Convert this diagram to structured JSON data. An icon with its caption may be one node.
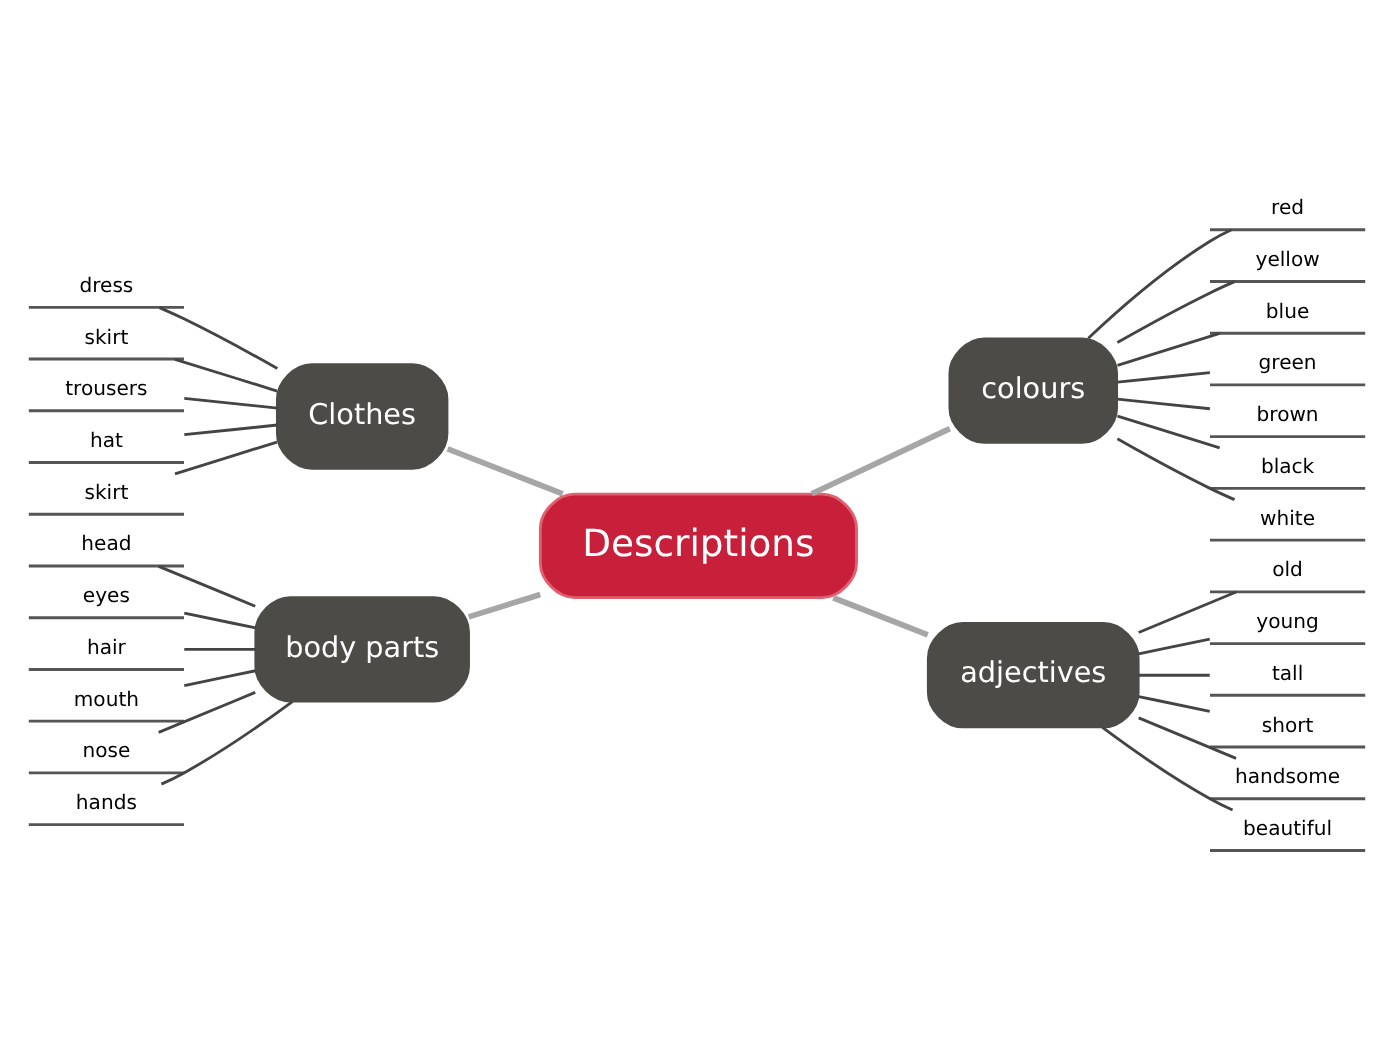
{
  "diagram": {
    "nodes": [
      {
        "text": [
          "Descriptions"
        ]
      },
      {
        "text": [
          "Clothes"
        ]
      },
      {
        "text": [
          "colours"
        ]
      },
      {
        "text": [
          "body parts"
        ]
      },
      {
        "text": [
          "adjectives"
        ]
      },
      {
        "text": [
          "dress"
        ]
      },
      {
        "text": [
          "skirt"
        ]
      },
      {
        "text": [
          "trousers"
        ]
      },
      {
        "text": [
          "hat"
        ]
      },
      {
        "text": [
          "skirt"
        ]
      },
      {
        "text": [
          "red"
        ]
      },
      {
        "text": [
          "yellow"
        ]
      },
      {
        "text": [
          "blue"
        ]
      },
      {
        "text": [
          "green"
        ]
      },
      {
        "text": [
          "brown"
        ]
      },
      {
        "text": [
          "black"
        ]
      },
      {
        "text": [
          "white"
        ]
      },
      {
        "text": [
          "head"
        ]
      },
      {
        "text": [
          "eyes"
        ]
      },
      {
        "text": [
          "hair"
        ]
      },
      {
        "text": [
          "mouth"
        ]
      },
      {
        "text": [
          "nose"
        ]
      },
      {
        "text": [
          "hands"
        ]
      },
      {
        "text": [
          "old"
        ]
      },
      {
        "text": [
          "young"
        ]
      },
      {
        "text": [
          "tall"
        ]
      },
      {
        "text": [
          "short"
        ]
      },
      {
        "text": [
          "handsome"
        ]
      },
      {
        "text": [
          "beautiful"
        ]
      }
    ],
    "edges": [
      {
        "from": 0,
        "to": 1,
        "arrow": "none",
        "color": "#a6a6a6"
      },
      {
        "from": 0,
        "to": 2,
        "arrow": "none",
        "color": "#a6a6a6"
      },
      {
        "from": 0,
        "to": 3,
        "arrow": "none",
        "color": "#a6a6a6"
      },
      {
        "from": 0,
        "to": 4,
        "arrow": "none",
        "color": "#a6a6a6"
      },
      {
        "from": 1,
        "to": 5,
        "arrow": "none"
      },
      {
        "from": 1,
        "to": 6,
        "arrow": "none"
      },
      {
        "from": 1,
        "to": 7,
        "arrow": "none"
      },
      {
        "from": 1,
        "to": 8,
        "arrow": "none"
      },
      {
        "from": 1,
        "to": 9,
        "arrow": "none"
      },
      {
        "from": 2,
        "to": 10,
        "arrow": "none"
      },
      {
        "from": 2,
        "to": 11,
        "arrow": "none"
      },
      {
        "from": 2,
        "to": 12,
        "arrow": "none"
      },
      {
        "from": 2,
        "to": 13,
        "arrow": "none"
      },
      {
        "from": 2,
        "to": 14,
        "arrow": "none"
      },
      {
        "from": 2,
        "to": 15,
        "arrow": "none"
      },
      {
        "from": 2,
        "to": 16,
        "arrow": "none"
      },
      {
        "from": 3,
        "to": 17,
        "arrow": "none"
      },
      {
        "from": 3,
        "to": 18,
        "arrow": "none"
      },
      {
        "from": 3,
        "to": 19,
        "arrow": "none"
      },
      {
        "from": 3,
        "to": 20,
        "arrow": "none"
      },
      {
        "from": 3,
        "to": 21,
        "arrow": "none"
      },
      {
        "from": 3,
        "to": 22,
        "arrow": "none"
      },
      {
        "from": 4,
        "to": 23,
        "arrow": "none"
      },
      {
        "from": 4,
        "to": 24,
        "arrow": "none"
      },
      {
        "from": 4,
        "to": 25,
        "arrow": "none"
      },
      {
        "from": 4,
        "to": 26,
        "arrow": "none"
      },
      {
        "from": 4,
        "to": 27,
        "arrow": "none"
      },
      {
        "from": 4,
        "to": 28,
        "arrow": "none"
      }
    ]
  }
}
